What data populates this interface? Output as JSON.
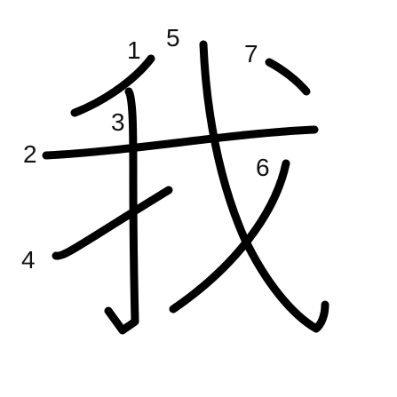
{
  "character": "我",
  "stroke_color": "#000000",
  "label_color": "#111111",
  "background": "#ffffff",
  "labels": {
    "n1": "1",
    "n2": "2",
    "n3": "3",
    "n4": "4",
    "n5": "5",
    "n6": "6",
    "n7": "7"
  }
}
